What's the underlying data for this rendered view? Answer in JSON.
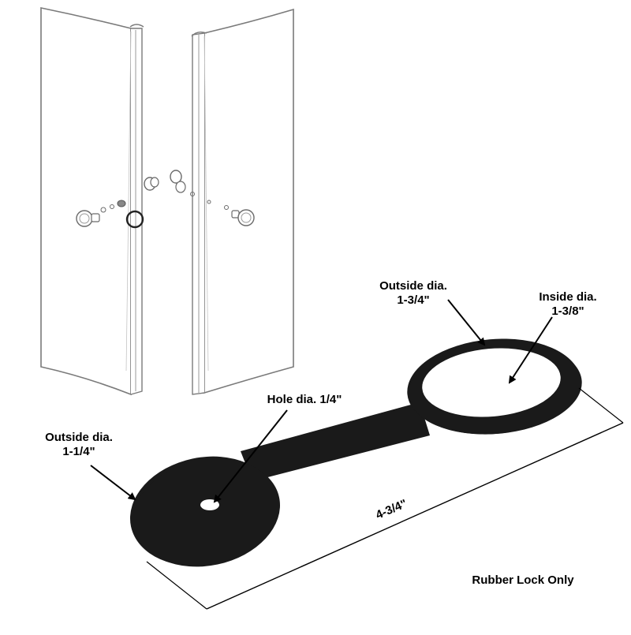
{
  "colors": {
    "rubber": "#1a1a1a",
    "line": "#000000",
    "door_outline": "#7a7a7a",
    "door_fill": "#ffffff",
    "background": "#ffffff"
  },
  "labels": {
    "outside_large": {
      "line1": "Outside dia.",
      "line2": "1-3/4\""
    },
    "inside_large": {
      "line1": "Inside dia.",
      "line2": "1-3/8\""
    },
    "hole": {
      "line1": "Hole dia. 1/4\""
    },
    "outside_small": {
      "line1": "Outside dia.",
      "line2": "1-1/4\""
    },
    "length": "4-3/4\"",
    "caption": "Rubber Lock Only"
  }
}
